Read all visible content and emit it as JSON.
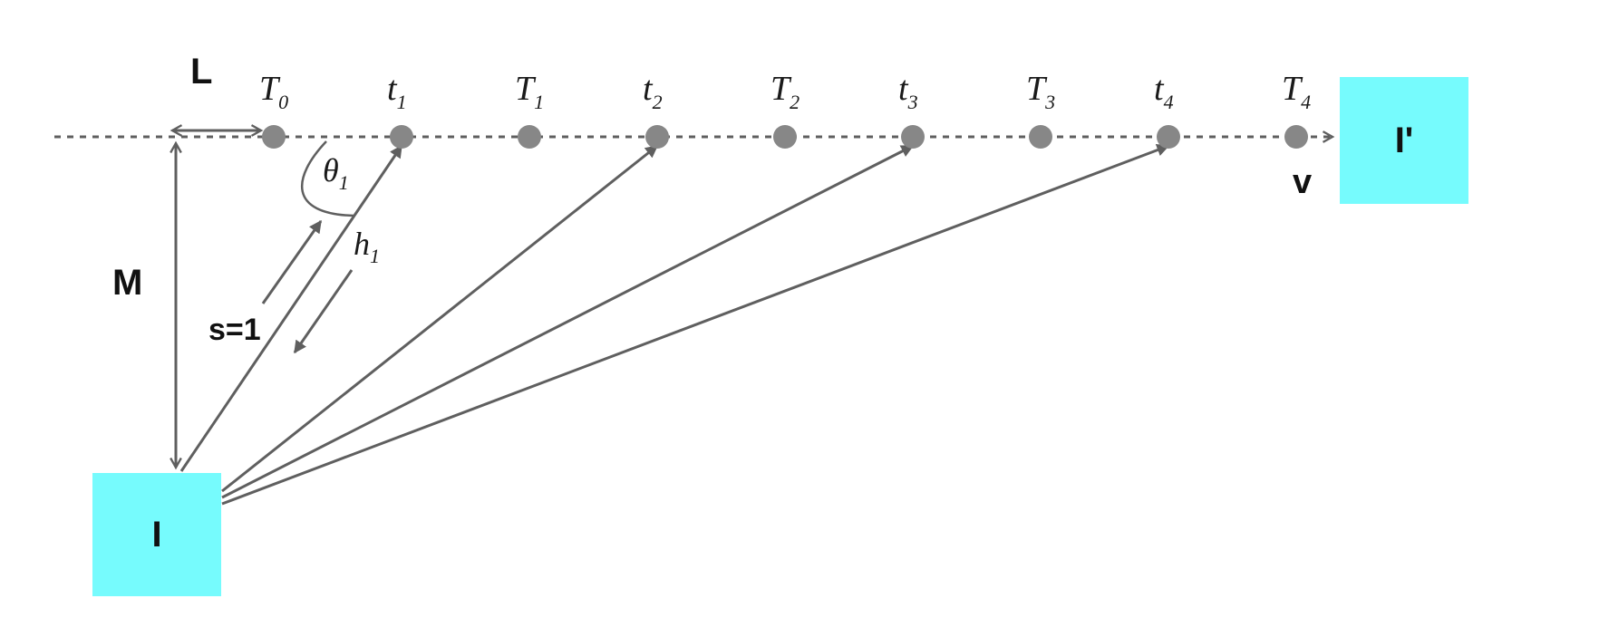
{
  "boxes": {
    "source": {
      "label": "I"
    },
    "target": {
      "label": "I'"
    }
  },
  "labels": {
    "L": "L",
    "M": "M",
    "s": "s=1",
    "v": "v",
    "theta": {
      "base": "θ",
      "sub": "1"
    },
    "h": {
      "base": "h",
      "sub": "1"
    }
  },
  "points": [
    {
      "base": "T",
      "sub": "0",
      "kind": "T"
    },
    {
      "base": "t",
      "sub": "1",
      "kind": "t"
    },
    {
      "base": "T",
      "sub": "1",
      "kind": "T"
    },
    {
      "base": "t",
      "sub": "2",
      "kind": "t"
    },
    {
      "base": "T",
      "sub": "2",
      "kind": "T"
    },
    {
      "base": "t",
      "sub": "3",
      "kind": "t"
    },
    {
      "base": "T",
      "sub": "3",
      "kind": "T"
    },
    {
      "base": "t",
      "sub": "4",
      "kind": "t"
    },
    {
      "base": "T",
      "sub": "4",
      "kind": "T"
    }
  ],
  "colors": {
    "box": "#76fbfd",
    "line": "#5f5f5f",
    "point": "#878787"
  }
}
